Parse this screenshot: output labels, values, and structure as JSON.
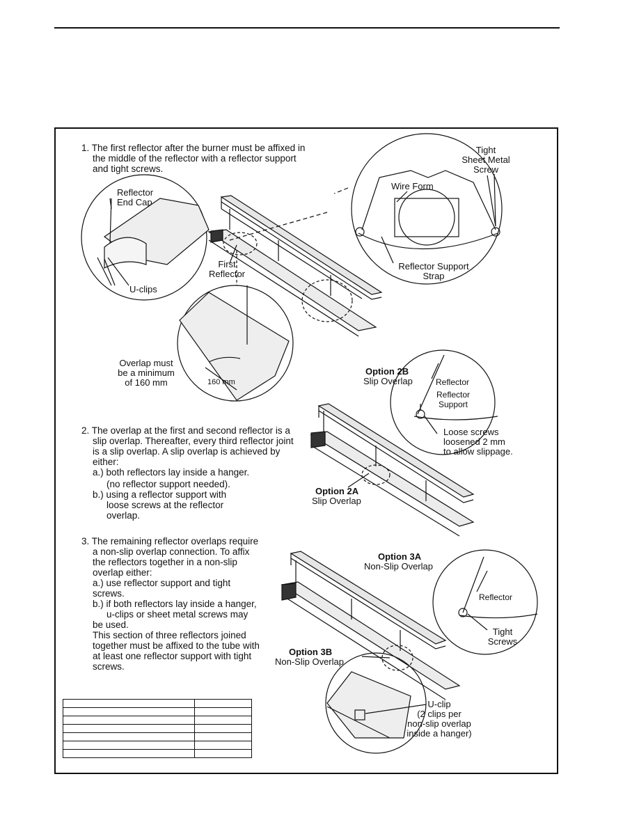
{
  "step1": {
    "lines": [
      "1. The first reflector after the burner must be affixed in",
      "the middle of the reflector with a reflector support",
      "and tight screws."
    ]
  },
  "step2": {
    "lines": [
      "2. The overlap at the first and second reflector is a",
      "slip overlap. Thereafter, every third reflector joint",
      "is a slip overlap. A slip overlap is achieved by",
      "either:",
      "a.)  both reflectors lay inside a hanger.",
      "(no reflector support needed).",
      "b.)  using a reflector support with",
      "loose screws at the reflector",
      "overlap."
    ]
  },
  "step3": {
    "lines": [
      "3. The remaining reflector overlaps require",
      "a non-slip overlap connection. To affix",
      "the reflectors together in a non-slip",
      "overlap either:",
      "a.)  use reflector support and tight",
      "screws.",
      "b.)  if both reflectors lay inside a hanger,",
      "u-clips or sheet metal screws may",
      "be  used.",
      "This section of three reflectors joined",
      "together must be affixed to the tube with",
      "at least one reflector support with tight",
      "screws."
    ]
  },
  "labels": {
    "reflector_end_cap": [
      "Reflector",
      "End Cap"
    ],
    "u_clips": "U-clips",
    "first_reflector": [
      "First",
      "Reflector"
    ],
    "wire_form": "Wire Form",
    "tight_sheet_metal_screw": [
      "Tight",
      "Sheet Metal",
      "Screw"
    ],
    "reflector_support_strap": [
      "Reflector Support",
      "Strap"
    ],
    "overlap_min": [
      "Overlap must",
      "be a minimum",
      "of 160 mm"
    ],
    "dim_160": "160 mm",
    "option_2b_title": "Option 2B",
    "option_2b_sub": "Slip Overlap",
    "reflector_2b": "Reflector",
    "reflector_support_2b": [
      "Reflector",
      "Support"
    ],
    "loose_screws": [
      "Loose screws",
      "loosened 2 mm",
      "to allow slippage."
    ],
    "option_2a_title": "Option 2A",
    "option_2a_sub": "Slip Overlap",
    "option_3a_title": "Option 3A",
    "option_3a_sub": "Non-Slip Overlap",
    "reflector_3a": "Reflector",
    "tight_screws": [
      "Tight",
      "Screws"
    ],
    "option_3b_title": "Option 3B",
    "option_3b_sub": "Non-Slip Overlap",
    "u_clip_note": [
      "U-clip",
      "(2 clips per",
      "non-slip overlap",
      "inside a hanger)"
    ]
  }
}
